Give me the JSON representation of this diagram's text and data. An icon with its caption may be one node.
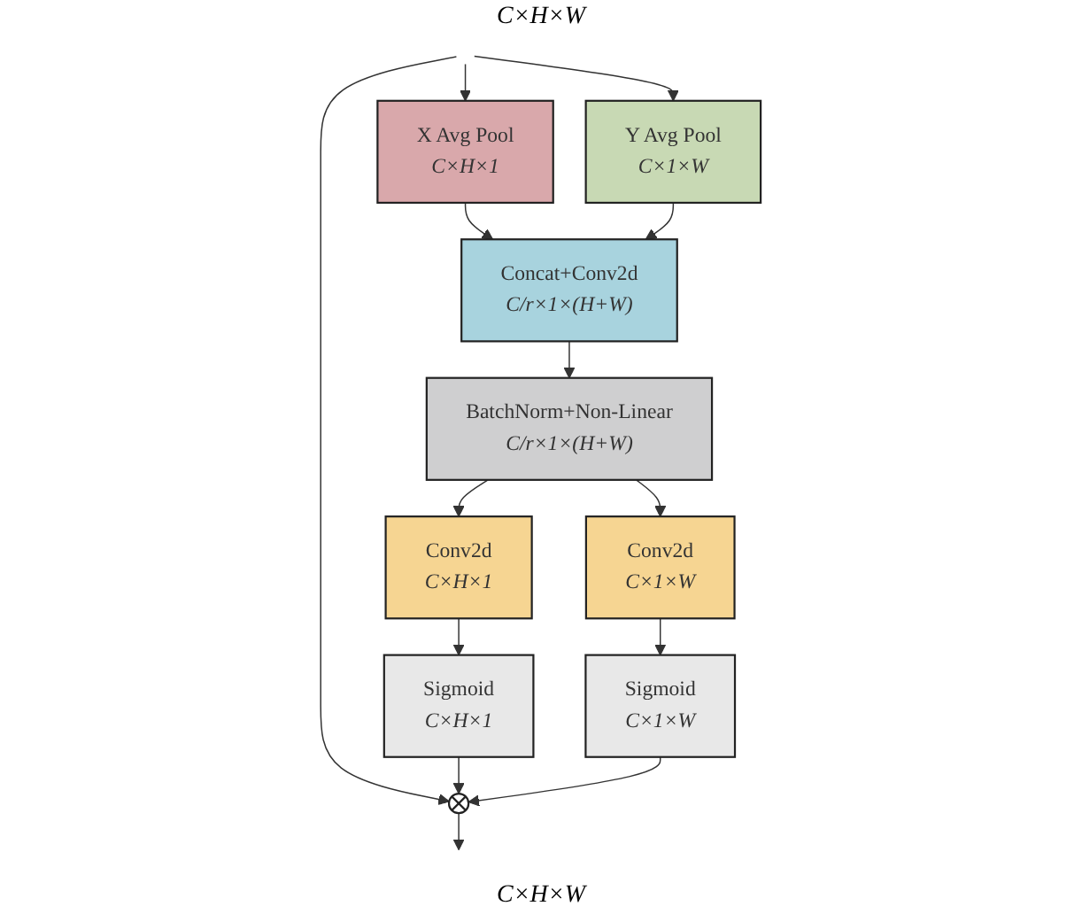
{
  "diagram": {
    "nodes": [
      {
        "text": [
          "X Avg Pool",
          "C×H×1"
        ]
      },
      {
        "text": [
          "Y Avg Pool",
          "C×1×W"
        ]
      },
      {
        "text": [
          "Concat+Conv2d",
          "C/r×1×(H+W)"
        ]
      },
      {
        "text": [
          "BatchNorm+Non-Linear",
          "C/r×1×(H+W)"
        ]
      },
      {
        "text": [
          "Conv2d",
          "C×H×1"
        ]
      },
      {
        "text": [
          "Conv2d",
          "C×1×W"
        ]
      },
      {
        "text": [
          "Sigmoid",
          "C×H×1"
        ]
      },
      {
        "text": [
          "Sigmoid",
          "C×1×W"
        ]
      },
      {
        "text": [],
        "shape": "circle"
      }
    ],
    "edges": [
      {
        "from": null,
        "to": 0,
        "arrow": "to"
      },
      {
        "from": null,
        "to": 1,
        "arrow": "to"
      },
      {
        "from": null,
        "to": 8,
        "arrow": "to"
      },
      {
        "from": 0,
        "to": 2,
        "arrow": "to"
      },
      {
        "from": 1,
        "to": 2,
        "arrow": "to"
      },
      {
        "from": 2,
        "to": 3,
        "arrow": "to"
      },
      {
        "from": 3,
        "to": 4,
        "arrow": "to"
      },
      {
        "from": 3,
        "to": 5,
        "arrow": "to"
      },
      {
        "from": 4,
        "to": 6,
        "arrow": "to"
      },
      {
        "from": 5,
        "to": 7,
        "arrow": "to"
      },
      {
        "from": 6,
        "to": 8,
        "arrow": "to"
      },
      {
        "from": 7,
        "to": 8,
        "arrow": "to"
      },
      {
        "from": 8,
        "to": null,
        "arrow": "to"
      }
    ],
    "labels": [
      "C×H×W",
      "C×H×W"
    ]
  }
}
